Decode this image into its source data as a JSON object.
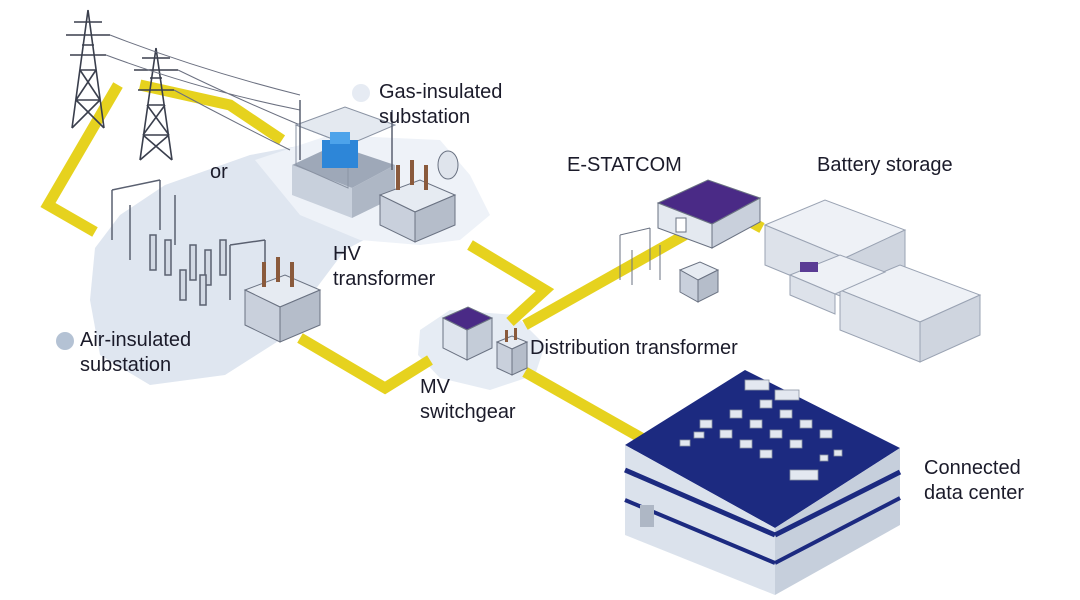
{
  "labels": {
    "gis_line1": "Gas-insulated",
    "gis_line2": "substation",
    "or": "or",
    "hv_line1": "HV",
    "hv_line2": "transformer",
    "ais_line1": "Air-insulated",
    "ais_line2": "substation",
    "mv_line1": "MV",
    "mv_line2": "switchgear",
    "distribution": "Distribution transformer",
    "estatcom": "E-STATCOM",
    "battery": "Battery storage",
    "dc_line1": "Connected",
    "dc_line2": "data center"
  },
  "legend": {
    "gis_dot_color": "#e6ebf3",
    "ais_dot_color": "#b4c2d4"
  },
  "colors": {
    "power_line": "#e6d21e",
    "platform": "#e8edf5",
    "accent_purple": "#4a2a86",
    "data_center_roof": "#1c2a80",
    "equipment": "#d9dfe9"
  }
}
